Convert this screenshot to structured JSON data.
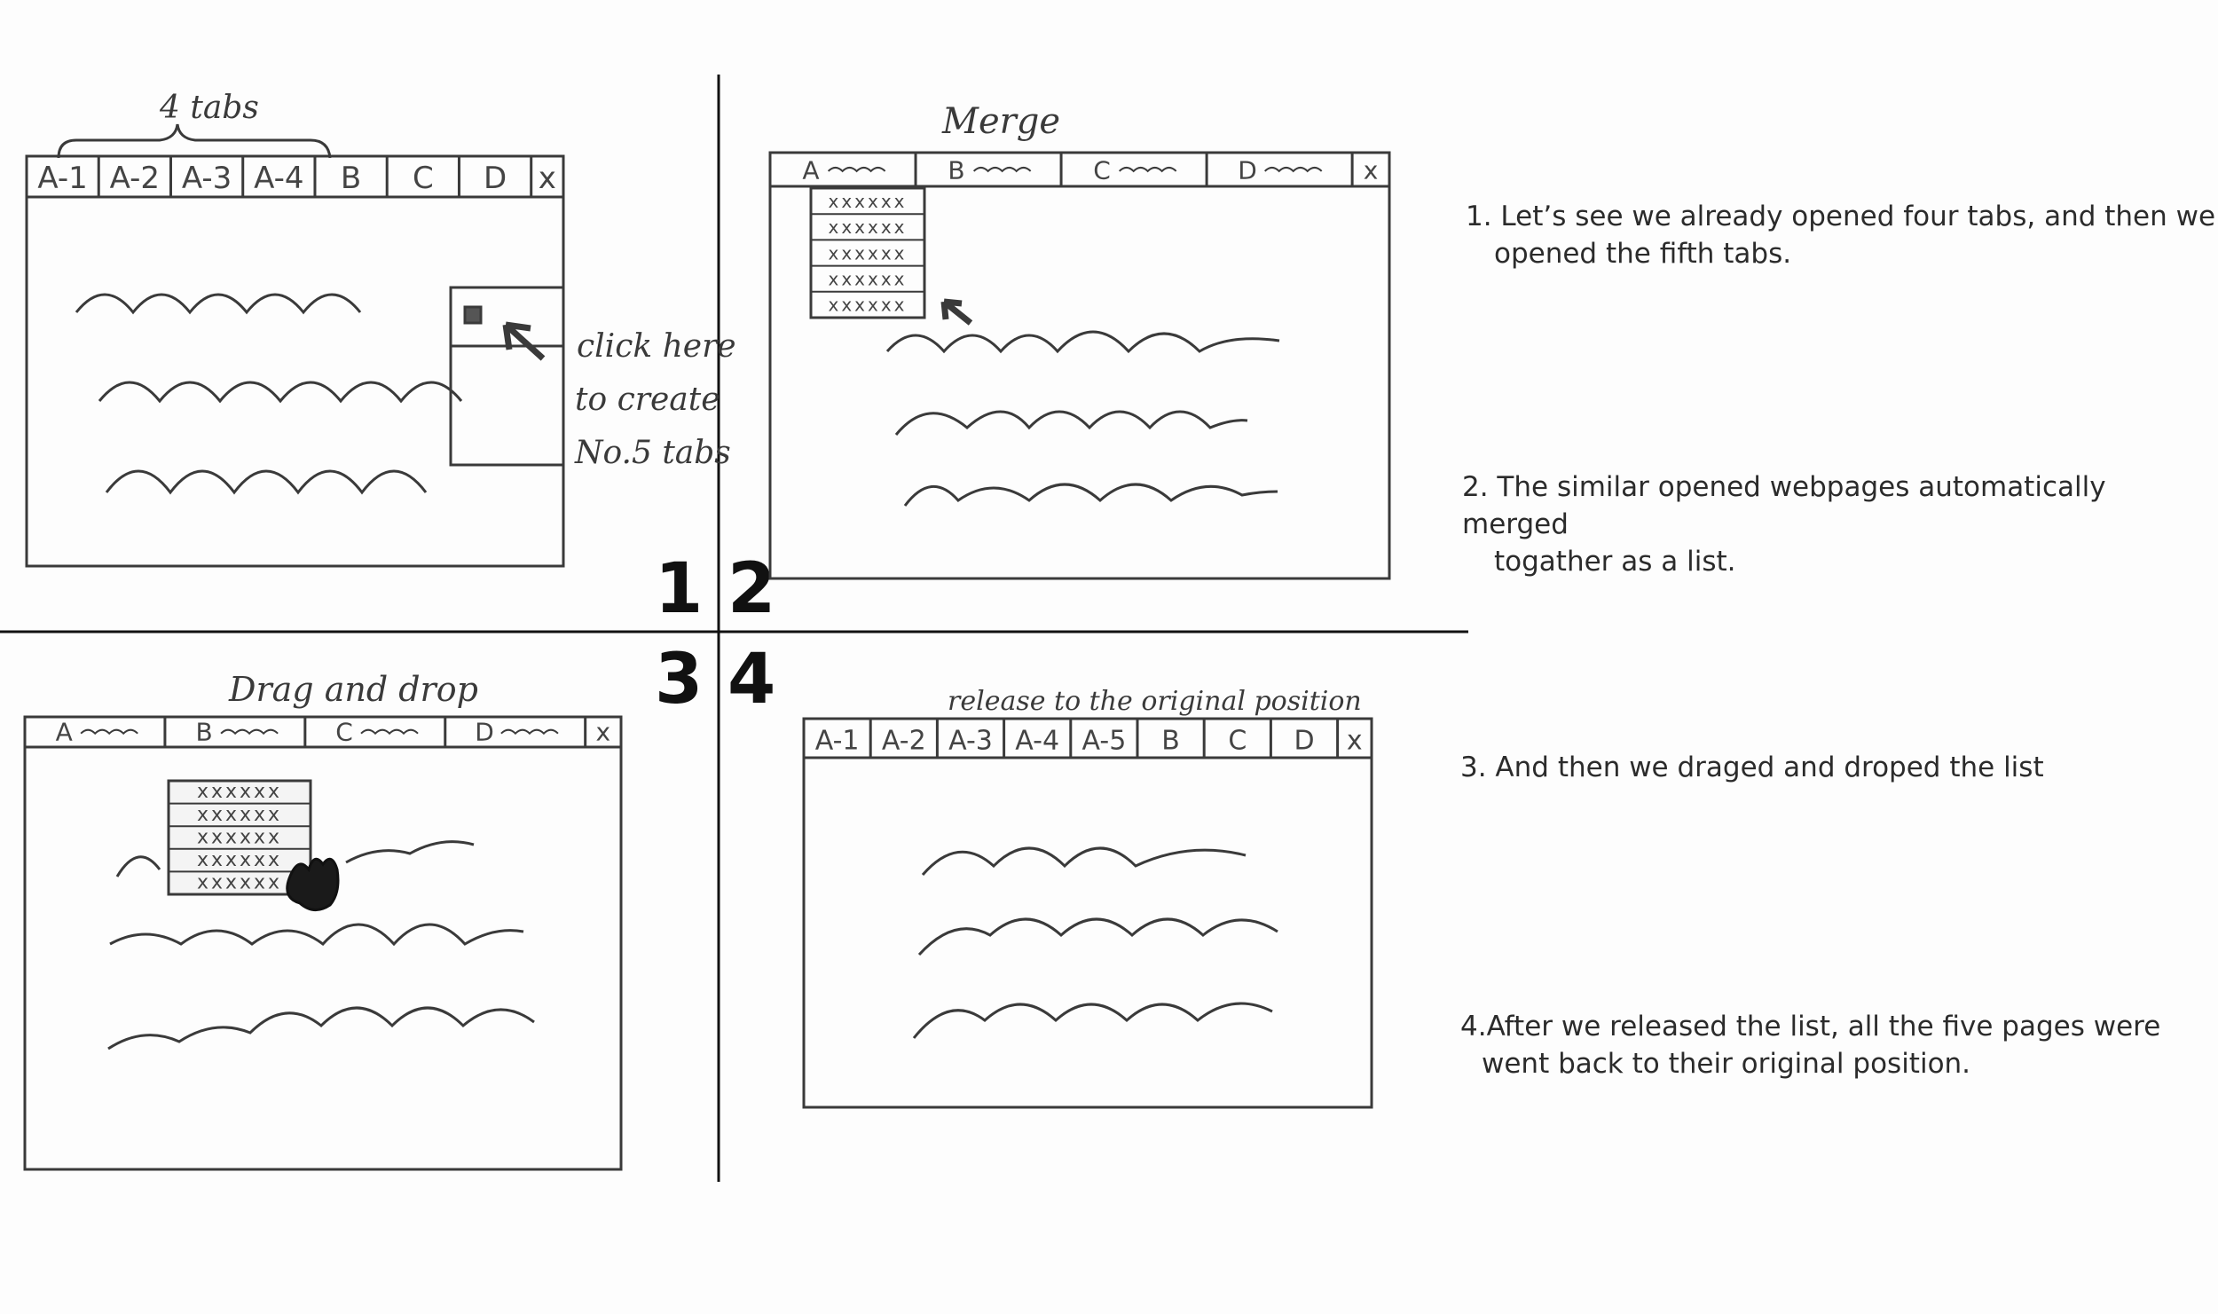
{
  "panels": [
    {
      "number": "1",
      "annotation_top": "4 tabs",
      "tabs": [
        "A-1",
        "A-2",
        "A-3",
        "A-4",
        "B",
        "C",
        "D",
        "x"
      ],
      "callout": [
        "click here",
        "to create",
        "No.5 tabs"
      ]
    },
    {
      "number": "2",
      "annotation_top": "Merge",
      "tabs": [
        "A",
        "B",
        "C",
        "D",
        "x"
      ],
      "list_rows": [
        "xxxxxx",
        "xxxxxx",
        "xxxxxx",
        "xxxxxx",
        "xxxxxx"
      ]
    },
    {
      "number": "3",
      "annotation_top": "Drag and drop",
      "tabs": [
        "A",
        "B",
        "C",
        "D",
        "x"
      ],
      "list_rows": [
        "xxxxxx",
        "xxxxxx",
        "xxxxxx",
        "xxxxxx",
        "xxxxxx"
      ]
    },
    {
      "number": "4",
      "annotation_top": "release to the original position",
      "tabs": [
        "A-1",
        "A-2",
        "A-3",
        "A-4",
        "A-5",
        "B",
        "C",
        "D",
        "x"
      ]
    }
  ],
  "notes": [
    {
      "line1": "1. Let’s see we already opened four tabs, and then we",
      "line2": "opened the fifth tabs."
    },
    {
      "line1": "2. The similar opened webpages automatically merged",
      "line2": "togather as a list."
    },
    {
      "line1": "3. And then we draged and droped the list",
      "line2": ""
    },
    {
      "line1": "4.After we released the list, all the five pages were",
      "line2": "went back to their original position."
    }
  ]
}
